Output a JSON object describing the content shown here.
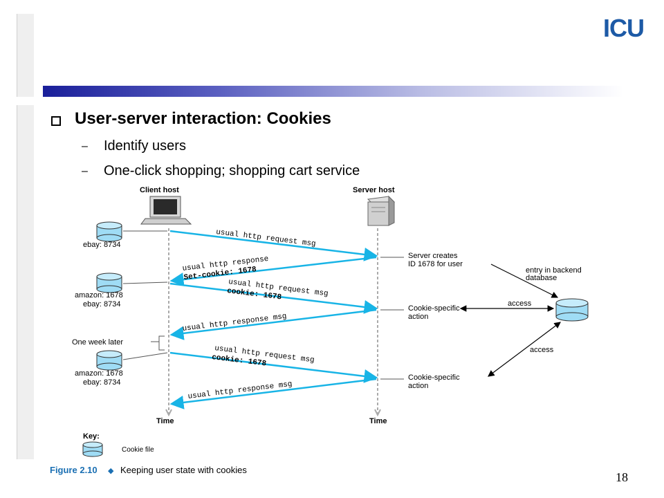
{
  "slide": {
    "logo": "ICU",
    "title": "User-server interaction: Cookies",
    "bullets": [
      "Identify users",
      "One-click shopping; shopping cart service"
    ],
    "dash_glyph": "–",
    "page_number": "18"
  },
  "figure": {
    "client_host": "Client host",
    "server_host": "Server host",
    "store1": "ebay: 8734",
    "store2_line1": "amazon: 1678",
    "store2_line2": "ebay: 8734",
    "store3_line1": "amazon: 1678",
    "store3_line2": "ebay: 8734",
    "msg1": "usual http request msg",
    "msg2_line1": "usual http response",
    "msg2_line2": "Set-cookie: 1678",
    "msg3_line1": "usual http request msg",
    "msg3_line2": "cookie: 1678",
    "msg4": "usual http response msg",
    "msg5_line1": "usual http request msg",
    "msg5_line2": "cookie: 1678",
    "msg6": "usual http response msg",
    "server_note1_line1": "Server creates",
    "server_note1_line2": "ID 1678 for user",
    "server_note2_line1": "Cookie-specific",
    "server_note2_line2": "action",
    "server_note3_line1": "Cookie-specific",
    "server_note3_line2": "action",
    "backend_line1": "entry in backend",
    "backend_line2": "database",
    "access1": "access",
    "access2": "access",
    "one_week_later": "One week later",
    "time_client": "Time",
    "time_server": "Time",
    "key_title": "Key:",
    "key_item": "Cookie file",
    "caption_label": "Figure 2.10",
    "caption_bullet": "◆",
    "caption_text": "Keeping user state with cookies",
    "colors": {
      "arrow": "#18b4e6",
      "cylinder_fill": "#9fdcf5",
      "caption": "#1a6fb3",
      "text": "#000000"
    }
  }
}
